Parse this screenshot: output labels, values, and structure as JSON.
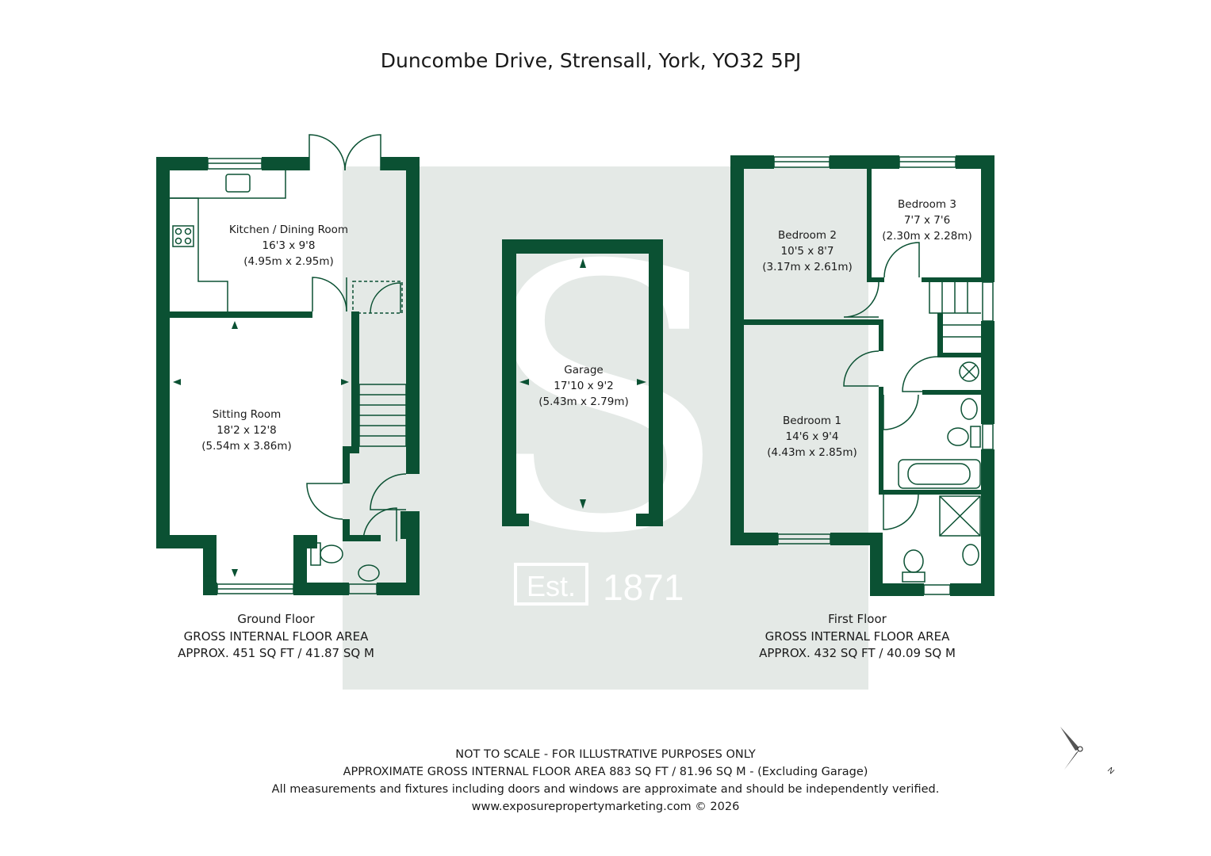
{
  "title": "Duncombe Drive, Strensall, York, YO32 5PJ",
  "colors": {
    "wall": "#0b5133",
    "brand_bg": "#e4e9e6",
    "brand_fg": "#ffffff",
    "text": "#1a1a1a"
  },
  "ground_floor": {
    "rooms": [
      {
        "name": "Kitchen / Dining Room",
        "imperial": "16'3 x 9'8",
        "metric": "(4.95m x 2.95m)"
      },
      {
        "name": "Sitting Room",
        "imperial": "18'2 x 12'8",
        "metric": "(5.54m x 3.86m)"
      }
    ],
    "label": "Ground Floor",
    "area_heading": "GROSS INTERNAL FLOOR AREA",
    "area": "APPROX. 451 SQ FT / 41.87 SQ M"
  },
  "garage": {
    "name": "Garage",
    "imperial": "17'10 x 9'2",
    "metric": "(5.43m x 2.79m)"
  },
  "first_floor": {
    "rooms": [
      {
        "name": "Bedroom 2",
        "imperial": "10'5 x 8'7",
        "metric": "(3.17m x 2.61m)"
      },
      {
        "name": "Bedroom 3",
        "imperial": "7'7 x 7'6",
        "metric": "(2.30m x 2.28m)"
      },
      {
        "name": "Bedroom 1",
        "imperial": "14'6 x 9'4",
        "metric": "(4.43m x 2.85m)"
      }
    ],
    "label": "First Floor",
    "area_heading": "GROSS INTERNAL FLOOR AREA",
    "area": "APPROX. 432 SQ FT / 40.09 SQ M"
  },
  "brand": {
    "monogram": "S",
    "est": "Est.",
    "year": "1871"
  },
  "footer": {
    "line1": "NOT TO SCALE - FOR ILLUSTRATIVE PURPOSES ONLY",
    "line2": "APPROXIMATE GROSS INTERNAL FLOOR AREA 883 SQ FT / 81.96 SQ M - (Excluding Garage)",
    "line3": "All measurements and fixtures including doors and windows are approximate and should be independently verified.",
    "line4": "www.exposurepropertymarketing.com © 2026"
  },
  "compass": {
    "icon": "compass-rose-icon",
    "label": "N"
  }
}
